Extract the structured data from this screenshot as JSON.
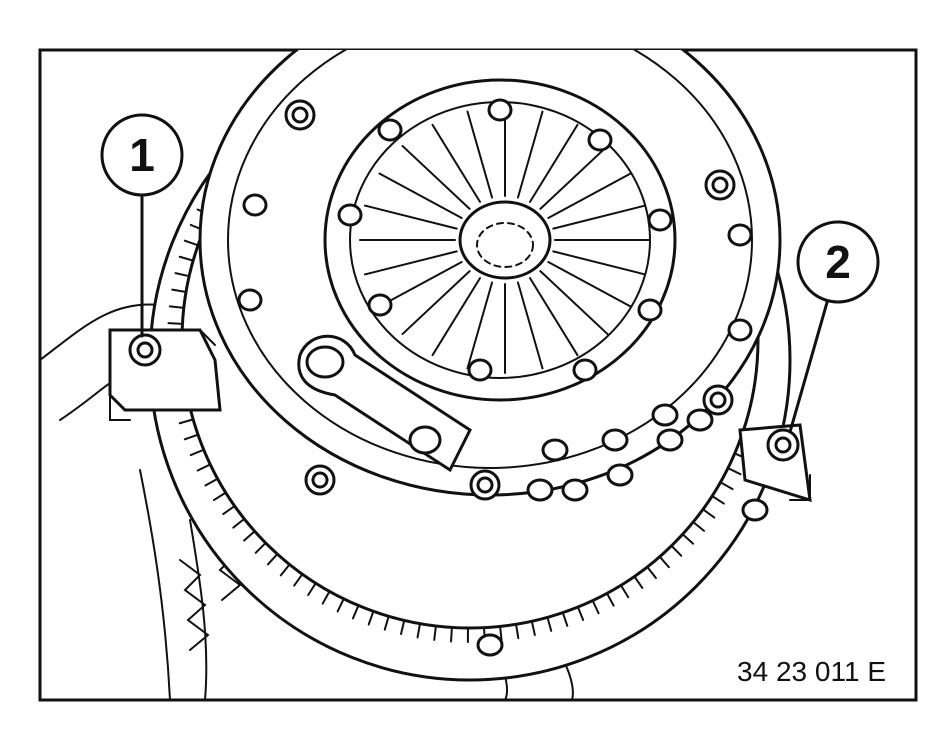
{
  "callouts": [
    {
      "label": "1"
    },
    {
      "label": "2"
    }
  ],
  "reference_code": "34 23 011 E"
}
